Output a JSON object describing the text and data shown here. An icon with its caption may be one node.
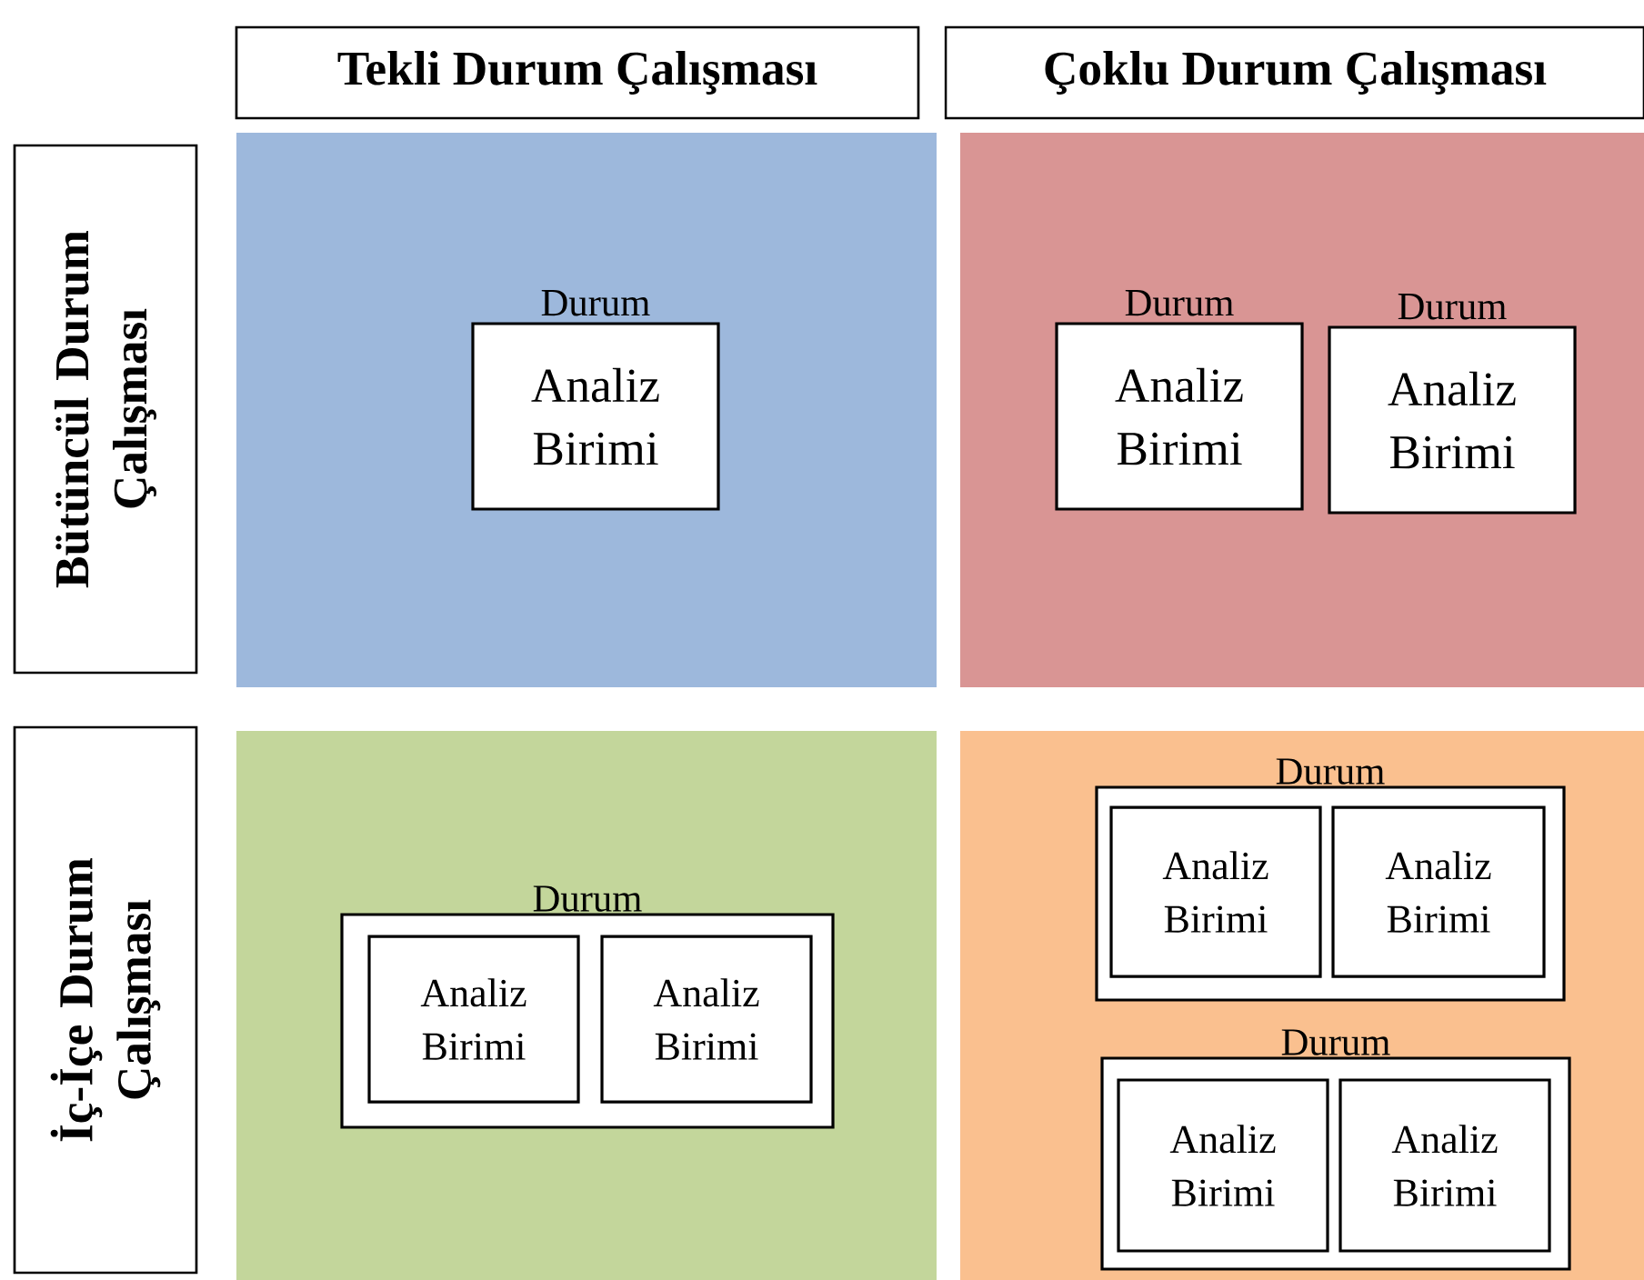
{
  "diagram": {
    "nodes": [
      {
        "text": [
          "Tekli Durum Çalışması"
        ]
      },
      {
        "text": [
          "Çoklu Durum Çalışması"
        ]
      },
      {
        "text": [
          "Bütüncül Durum Çalışması"
        ]
      },
      {
        "text": [
          "İç-İçe Durum Çalışması"
        ]
      },
      {
        "text": [],
        "shape": "box"
      },
      {
        "text": [
          "Durum",
          "Analiz Birimi"
        ],
        "in": 4
      },
      {
        "text": [],
        "shape": "box"
      },
      {
        "text": [
          "Durum",
          "Analiz Birimi"
        ],
        "in": 6
      },
      {
        "text": [
          "Durum",
          "Analiz Birimi"
        ],
        "in": 6
      },
      {
        "text": [],
        "shape": "box"
      },
      {
        "text": [
          "Durum"
        ],
        "in": 9
      },
      {
        "text": [
          "Analiz Birimi"
        ],
        "in": 10
      },
      {
        "text": [
          "Analiz Birimi"
        ],
        "in": 10
      },
      {
        "text": [],
        "shape": "box"
      },
      {
        "text": [
          "Durum"
        ],
        "in": 13
      },
      {
        "text": [
          "Analiz Birimi"
        ],
        "in": 14
      },
      {
        "text": [
          "Analiz Birimi"
        ],
        "in": 14
      },
      {
        "text": [
          "Durum"
        ],
        "in": 13
      },
      {
        "text": [
          "Analiz Birimi"
        ],
        "in": 17
      },
      {
        "text": [
          "Analiz Birimi"
        ],
        "in": 17
      }
    ]
  }
}
